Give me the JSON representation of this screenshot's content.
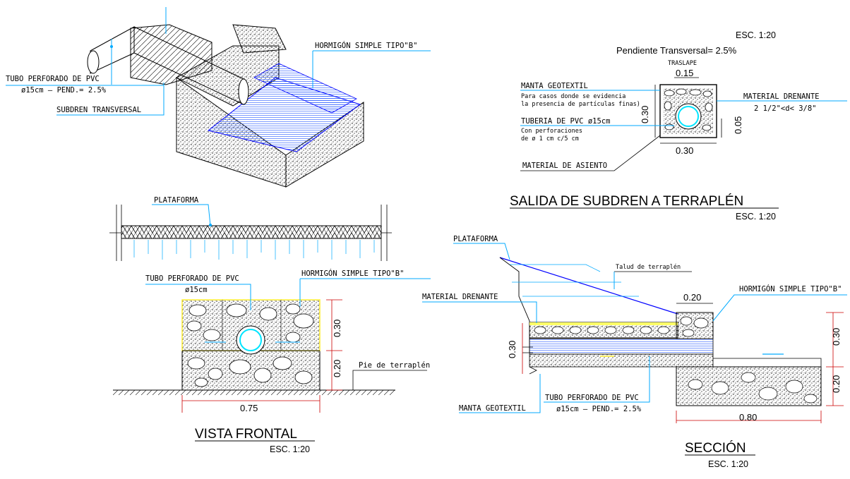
{
  "iso_view": {
    "labels": {
      "hormigon": "HORMIGÓN SIMPLE TIPO\"B\"",
      "tubo": "TUBO PERFORADO DE PVC",
      "tubo_spec": "ø15cm  –  PEND.= 2.5%",
      "subdren": "SUBDREN TRANSVERSAL"
    }
  },
  "salida": {
    "esc_top": "ESC. 1:20",
    "pendiente": "Pendiente Transversal= 2.5%",
    "traslape": "TRASLAPE",
    "dim_015": "0.15",
    "dim_030_side": "0.30",
    "dim_030_bottom": "0.30",
    "dim_005": "0.05",
    "manta_title": "MANTA GEOTEXTIL",
    "manta_note1": "Para casos donde se evidencia",
    "manta_note2": "la presencia de partículas finas)",
    "tuberia_title": "TUBERIA DE PVC ø15cm",
    "tuberia_note1": "Con perforaciones",
    "tuberia_note2": "de ø 1 cm c/5 cm",
    "material_drenante": "MATERIAL DRENANTE",
    "material_spec": "2 1/2\"<d< 3/8\"",
    "material_asiento": "MATERIAL DE ASIENTO",
    "title": "SALIDA DE SUBDREN A TERRAPLÉN",
    "esc": "ESC. 1:20"
  },
  "vista_frontal": {
    "plataforma": "PLATAFORMA",
    "tubo": "TUBO PERFORADO DE PVC",
    "tubo_diam": "ø15cm",
    "hormigon": "HORMIGÓN SIMPLE TIPO\"B\"",
    "dim_030": "0.30",
    "dim_020": "0.20",
    "pie": "Pie de terraplén",
    "dim_075": "0.75",
    "title": "VISTA FRONTAL",
    "esc": "ESC. 1:20"
  },
  "seccion": {
    "plataforma": "PLATAFORMA",
    "talud": "Talud de terraplén",
    "dim_020_top": "0.20",
    "hormigon": "HORMIGÓN SIMPLE TIPO\"B\"",
    "material_drenante": "MATERIAL DRENANTE",
    "dim_030_left": "0.30",
    "dim_030_right": "0.30",
    "dim_020_right": "0.20",
    "manta": "MANTA GEOTEXTIL",
    "tubo": "TUBO PERFORADO DE PVC",
    "tubo_spec": "ø15cm  –  PEND.= 2.5%",
    "dim_080": "0.80",
    "title": "SECCIÓN",
    "esc": "ESC. 1:20"
  },
  "colors": {
    "line": "#000000",
    "leader": "#00aaff",
    "pipe": "#00e5ff",
    "hatch_blue": "#0000ff",
    "dim_red": "#cc0000",
    "highlight_yellow": "#ffff66"
  }
}
